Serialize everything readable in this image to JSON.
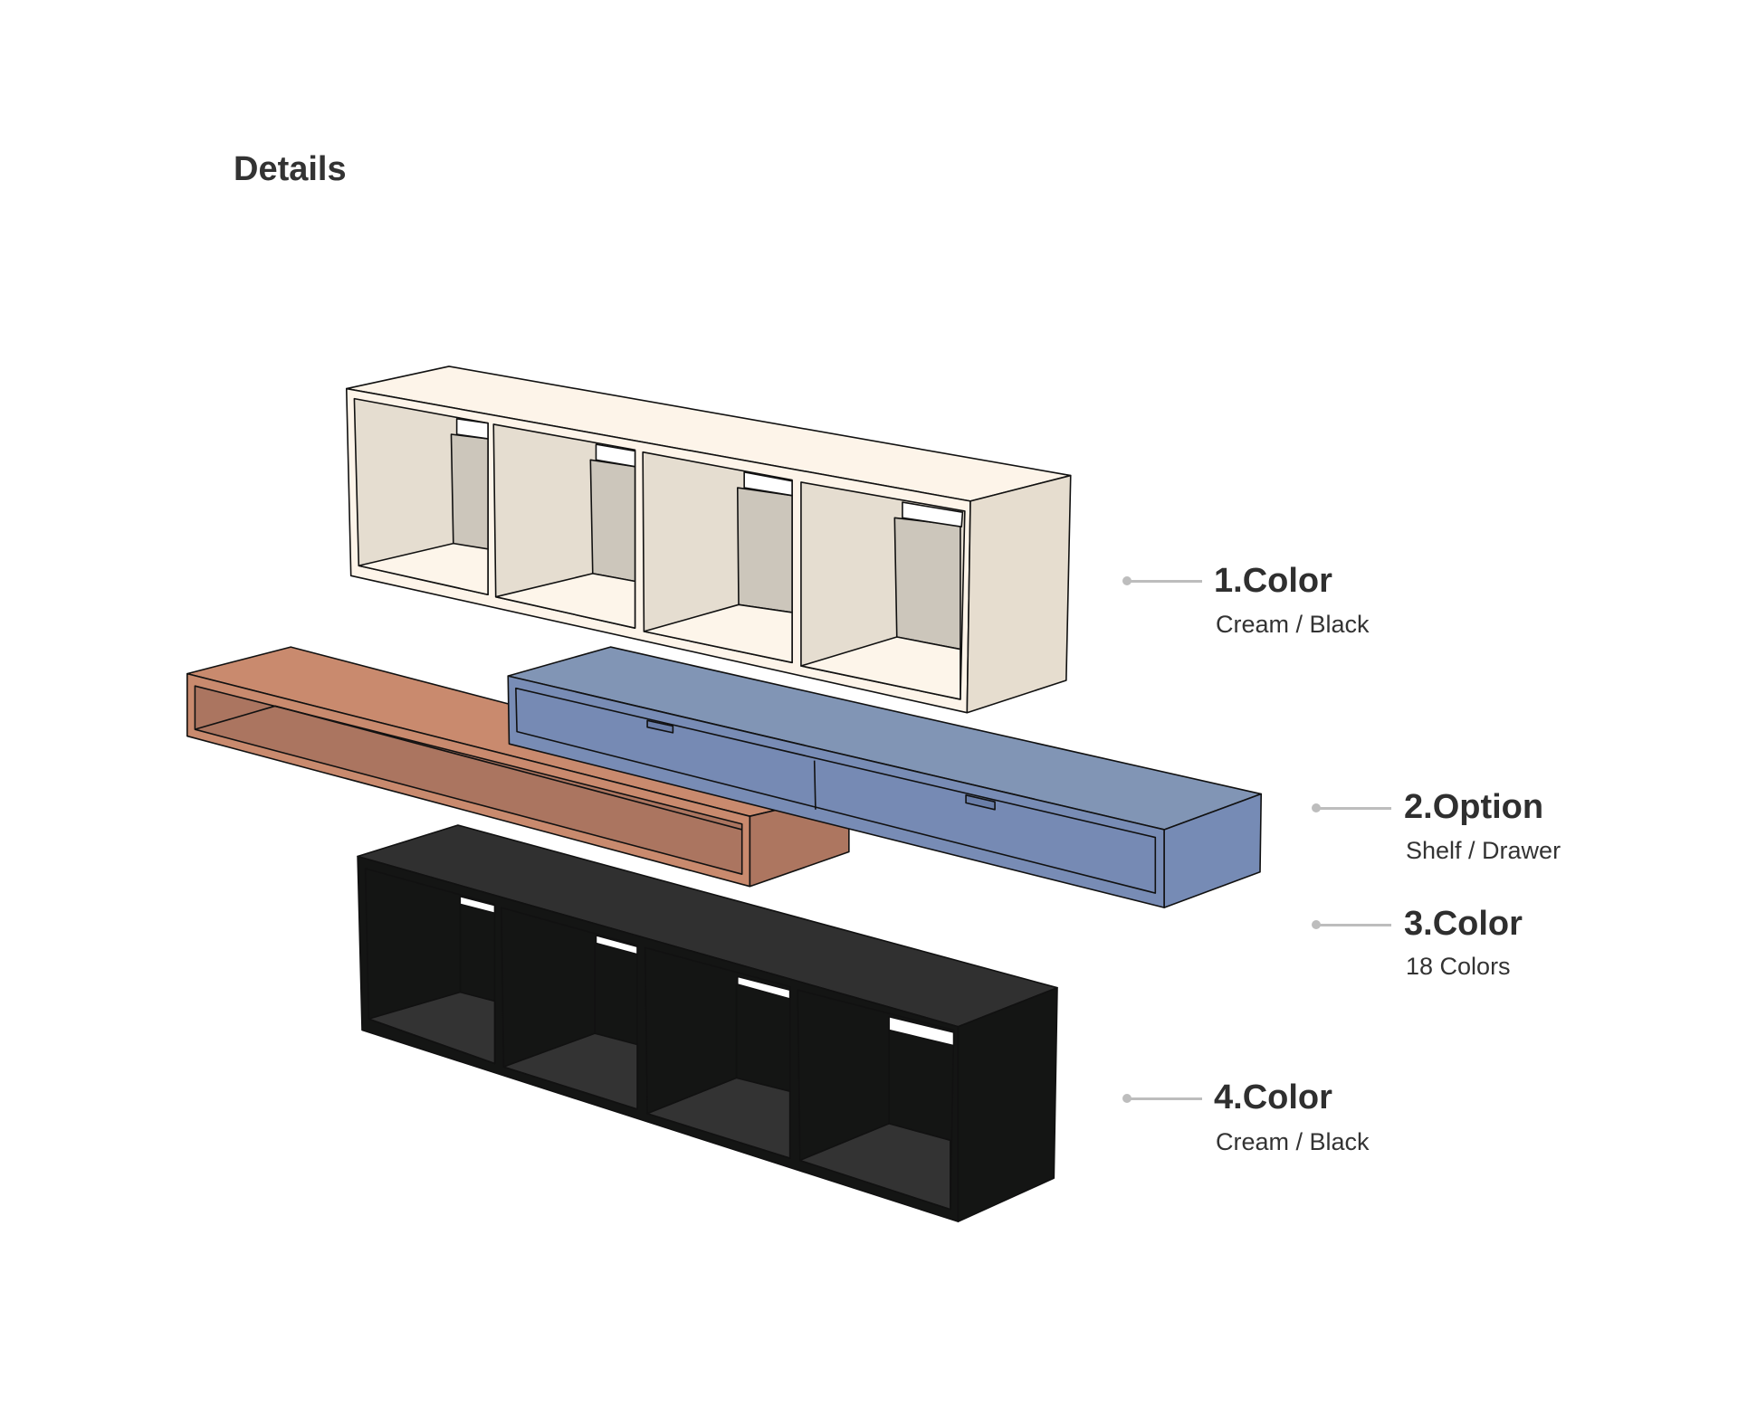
{
  "heading": "Details",
  "callouts": [
    {
      "title": "1.Color",
      "subtitle": "Cream / Black"
    },
    {
      "title": "2.Option",
      "subtitle": "Shelf / Drawer"
    },
    {
      "title": "3.Color",
      "subtitle": "18 Colors"
    },
    {
      "title": "4.Color",
      "subtitle": "Cream / Black"
    }
  ],
  "colors": {
    "cream": "#fdf5ea",
    "terracotta": "#c98a6e",
    "blue": "#7f94b7",
    "black": "#141514"
  }
}
